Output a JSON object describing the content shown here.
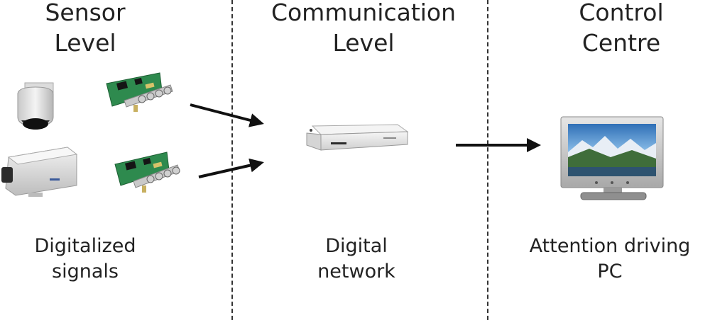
{
  "columns": [
    {
      "heading": [
        "Sensor",
        "Level"
      ],
      "caption": [
        "Digitalized",
        "signals"
      ]
    },
    {
      "heading": [
        "Communication",
        "Level"
      ],
      "caption": [
        "Digital",
        "network"
      ]
    },
    {
      "heading": [
        "Control",
        "Centre"
      ],
      "caption": [
        "Attention driving",
        "PC"
      ]
    }
  ],
  "icons": {
    "dome_camera": "dome-camera-icon",
    "box_camera": "box-camera-icon",
    "capture_card": "capture-card-icon",
    "network_switch": "network-switch-icon",
    "monitor": "monitor-icon"
  },
  "colors": {
    "pcb_green": "#2e8a4e",
    "arrow": "#111111",
    "divider": "#333333"
  }
}
